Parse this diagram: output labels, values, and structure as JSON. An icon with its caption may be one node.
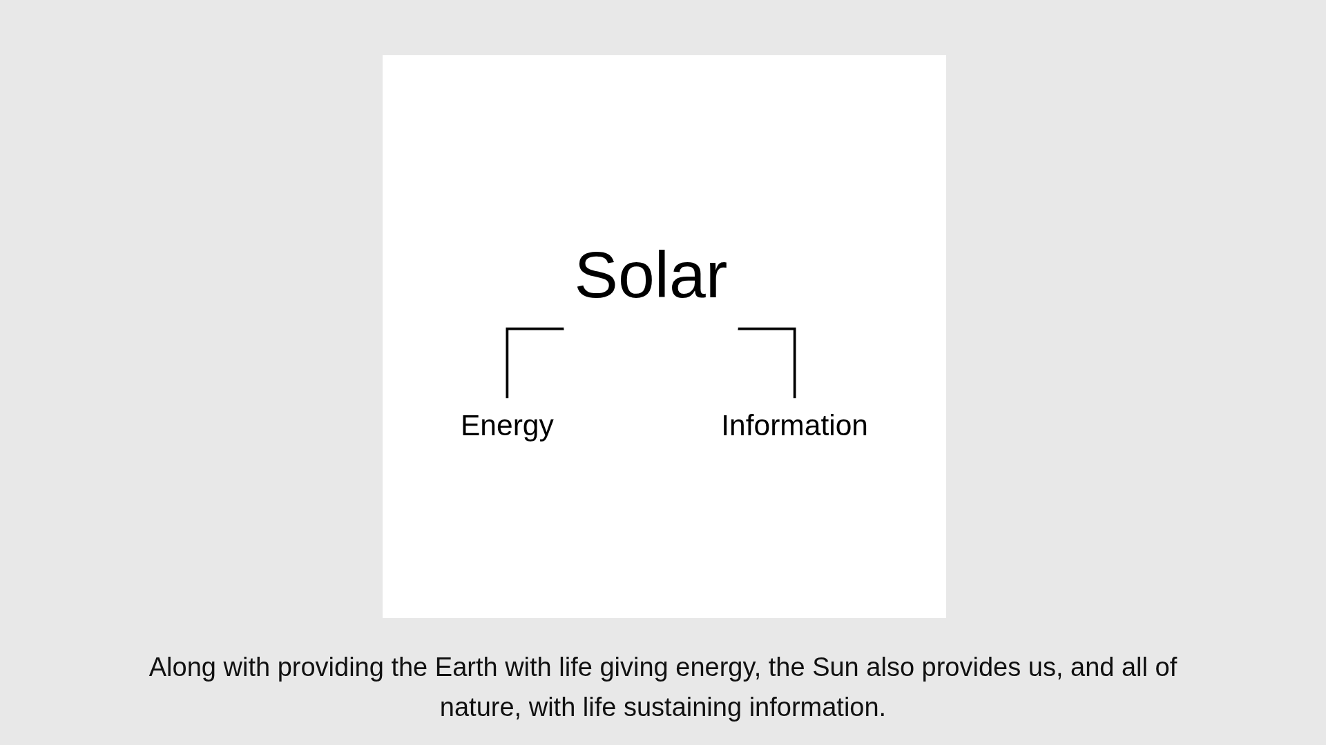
{
  "diagram": {
    "caption": "Along with providing the Earth with life giving energy, the Sun also provides us, and all of nature, with life sustaining information.",
    "nodes": [
      {
        "text": [
          "Solar"
        ]
      },
      {
        "text": [
          "Energy"
        ]
      },
      {
        "text": [
          "Information"
        ]
      }
    ],
    "edges": [
      {
        "from": 0,
        "to": 1,
        "arrow": "none"
      },
      {
        "from": 0,
        "to": 2,
        "arrow": "none"
      }
    ]
  }
}
